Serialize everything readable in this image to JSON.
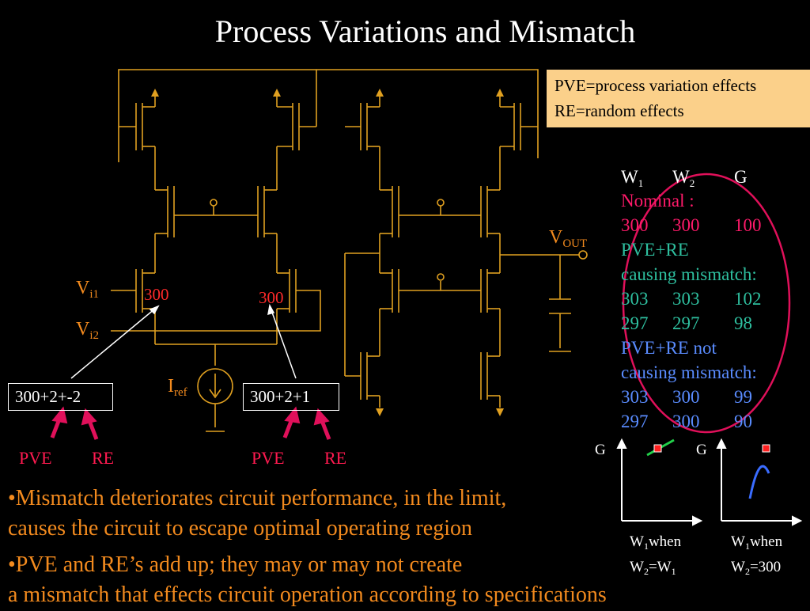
{
  "title": "Process Variations and Mismatch",
  "legend": {
    "line1": "PVE=process variation effects",
    "line2": "RE=random effects"
  },
  "circuit": {
    "vout_main": "V",
    "vout_sub": "OUT",
    "vi1_main": "V",
    "vi1_sub": "i1",
    "vi2_main": "V",
    "vi2_sub": "i2",
    "iref_main": "I",
    "iref_sub": "ref",
    "left_width": "300",
    "right_width": "300",
    "left_box": "300+2+-2",
    "right_box": "300+2+1",
    "left_pve": "PVE",
    "left_re": "RE",
    "right_pve": "PVE",
    "right_re": "RE"
  },
  "table": {
    "header": {
      "w1_main": "W",
      "w1_sub": "1",
      "w2_main": "W",
      "w2_sub": "2",
      "g": "G"
    },
    "nominal_label": "Nominal :",
    "nominal_row": [
      "300",
      "300",
      "100"
    ],
    "mismatch_label_1": "PVE+RE",
    "mismatch_label_2": "causing mismatch:",
    "mismatch_rows": [
      [
        "303",
        "303",
        "102"
      ],
      [
        "297",
        "297",
        "98"
      ]
    ],
    "no_mismatch_label_1": "PVE+RE not",
    "no_mismatch_label_2": "causing mismatch:",
    "no_mismatch_rows": [
      [
        "303",
        "300",
        "99"
      ],
      [
        "297",
        "300",
        "90"
      ]
    ]
  },
  "plots": {
    "left": {
      "ylabel": "G",
      "xlabel_1_main": "W",
      "xlabel_1_sub": "1",
      "xlabel_1_rest": "when",
      "xlabel_2_main": "W",
      "xlabel_2_sub": "2",
      "xlabel_2_mid": "=W",
      "xlabel_2_sub2": "1"
    },
    "right": {
      "ylabel": "G",
      "xlabel_1_main": "W",
      "xlabel_1_sub": "1",
      "xlabel_1_rest": "when",
      "xlabel_2_main": "W",
      "xlabel_2_sub": "2",
      "xlabel_2_rest": "=300"
    }
  },
  "bullets": {
    "b1_line1": "•Mismatch deteriorates circuit performance, in the limit,",
    "b1_line2": "causes the circuit to escape optimal operating region",
    "b2_line1": "•PVE and RE’s add up; they may or may not create",
    "b2_line2": "a mismatch that effects circuit operation according to specifications"
  },
  "colors": {
    "wire": "#e0a020",
    "accent_pink": "#e0105a",
    "green": "#2ebf9f",
    "blue": "#5a8cff",
    "legend_bg": "#fbd08a"
  }
}
